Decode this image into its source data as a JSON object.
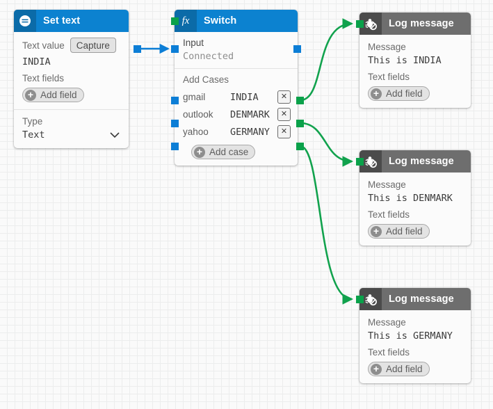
{
  "canvas": {
    "grid": true,
    "background": "#fafafa",
    "grid_color": "#e2e3e4"
  },
  "colors": {
    "node_header_blue": "#0c82d0",
    "node_header_blue_dark": "#0b6ba8",
    "node_header_grey": "#6e6e6e",
    "node_header_grey_dark": "#4b4b4b",
    "port_blue": "#0c7ed6",
    "port_green": "#0aa14a",
    "wire_green": "#11a24d",
    "wire_blue": "#0c7ed6"
  },
  "nodes": {
    "set_text": {
      "title": "Set text",
      "icon": "lines-circle-icon",
      "fields": {
        "text_value_label": "Text value",
        "capture_label": "Capture",
        "text_value": "INDIA",
        "text_fields_label": "Text fields",
        "add_field_label": "Add field",
        "type_label": "Type",
        "type_value": "Text",
        "type_chevron": "⌄"
      }
    },
    "switch": {
      "title": "Switch",
      "icon": "fx-icon",
      "input_label": "Input",
      "input_status": "Connected",
      "add_cases_label": "Add Cases",
      "cases": [
        {
          "key": "gmail",
          "value": "INDIA",
          "remove_label": "✕"
        },
        {
          "key": "outlook",
          "value": "DENMARK",
          "remove_label": "✕"
        },
        {
          "key": "yahoo",
          "value": "GERMANY",
          "remove_label": "✕"
        }
      ],
      "add_case_label": "Add case"
    },
    "log_messages": [
      {
        "title": "Log message",
        "icon": "bug-disabled-icon",
        "message_label": "Message",
        "message_value": "This is INDIA",
        "text_fields_label": "Text fields",
        "add_field_label": "Add field"
      },
      {
        "title": "Log message",
        "icon": "bug-disabled-icon",
        "message_label": "Message",
        "message_value": "This is DENMARK",
        "text_fields_label": "Text fields",
        "add_field_label": "Add field"
      },
      {
        "title": "Log message",
        "icon": "bug-disabled-icon",
        "message_label": "Message",
        "message_value": "This is GERMANY",
        "text_fields_label": "Text fields",
        "add_field_label": "Add field"
      }
    ]
  }
}
